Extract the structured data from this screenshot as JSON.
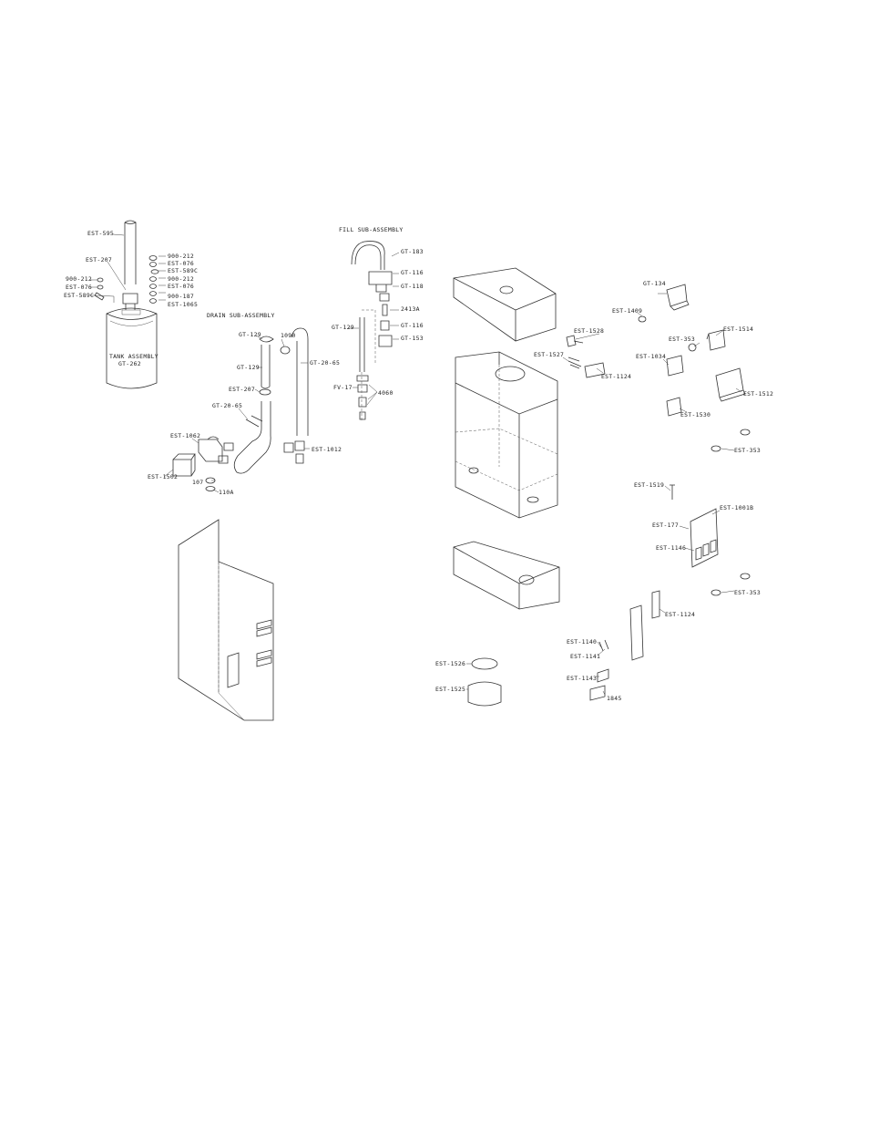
{
  "sections": {
    "fill": "FILL SUB-ASSEMBLY",
    "drain": "DRAIN SUB-ASSEMBLY",
    "tank": [
      "TANK ASSEMBLY",
      "GT-262"
    ]
  },
  "callouts": {
    "est595": "EST-595",
    "est207a": "EST-207",
    "r900_212a": "900-212",
    "est076a": "EST-076",
    "est589c_a": "EST-589C",
    "r900_212b": "900-212",
    "est076b": "EST-076",
    "r900_187": "900-187",
    "est1065": "EST-1065",
    "r900_212c": "900-212",
    "est076c": "EST-076",
    "est589c_b": "EST-589C",
    "gt183": "GT-183",
    "gt116a": "GT-116",
    "gt118": "GT-118",
    "r2413a": "2413A",
    "gt116b": "GT-116",
    "gt153": "GT-153",
    "gt129a": "GT-129",
    "fv17": "FV-17",
    "r4060": "4060",
    "gt129b": "GT-129",
    "r1090": "1090",
    "gt2065a": "GT-20-65",
    "gt129c": "GT-129",
    "est207b": "EST-207",
    "gt2065b": "GT-20-65",
    "est1062": "EST-1062",
    "est1012": "EST-1012",
    "est1502": "EST-1502",
    "r107": "107",
    "r110a": "110A",
    "gt134": "GT-134",
    "est1409": "EST-1409",
    "est1528": "EST-1528",
    "est1527": "EST-1527",
    "est1124a": "EST-1124",
    "est353a": "EST-353",
    "est1514": "EST-1514",
    "est1034": "EST-1034",
    "est1512": "EST-1512",
    "est1530": "EST-1530",
    "est353b": "EST-353",
    "est1519": "EST-1519",
    "est1001b": "EST-1001B",
    "est177": "EST-177",
    "est1146": "EST-1146",
    "est353c": "EST-353",
    "est1124b": "EST-1124",
    "est1140": "EST-1140",
    "est1141": "EST-1141",
    "est1143": "EST-1143",
    "r1845": "1845",
    "est1526": "EST-1526",
    "est1525": "EST-1525"
  }
}
